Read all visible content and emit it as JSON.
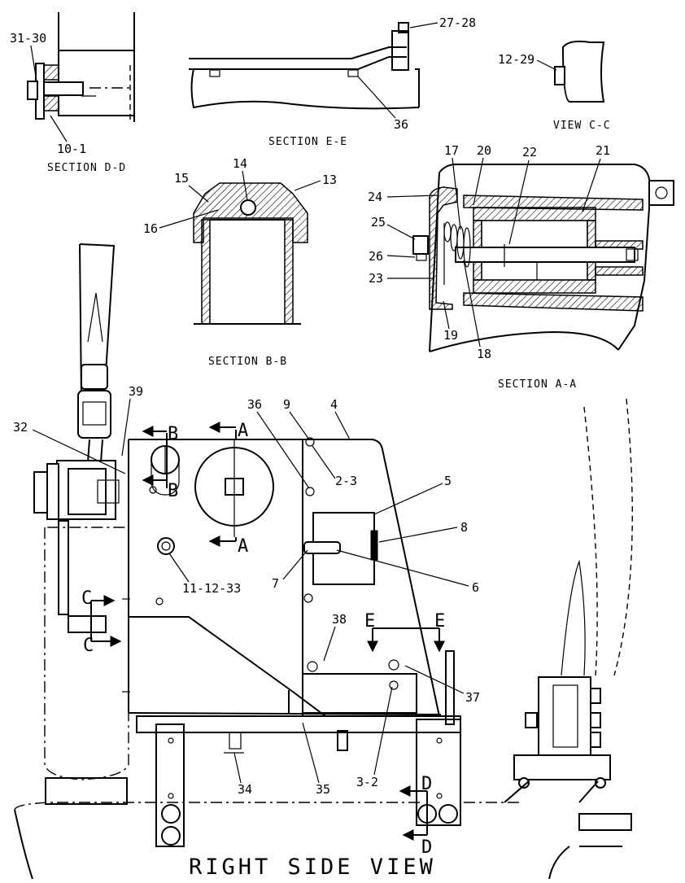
{
  "title": "RIGHT SIDE VIEW",
  "captions": {
    "section_dd": "SECTION D-D",
    "section_ee": "SECTION E-E",
    "view_cc": "VIEW C-C",
    "section_bb": "SECTION B-B",
    "section_aa": "SECTION A-A"
  },
  "section_markers": {
    "a": "A",
    "b": "B",
    "c": "C",
    "d": "D",
    "e": "E"
  },
  "callouts": {
    "c31_30": "31-30",
    "c10_1": "10-1",
    "c27_28": "27-28",
    "c36_top": "36",
    "c12_29": "12-29",
    "c14": "14",
    "c13": "13",
    "c15": "15",
    "c16": "16",
    "c17": "17",
    "c20": "20",
    "c22": "22",
    "c21": "21",
    "c24": "24",
    "c25": "25",
    "c26": "26",
    "c23": "23",
    "c19": "19",
    "c18": "18",
    "c39": "39",
    "c32": "32",
    "c36_main": "36",
    "c9": "9",
    "c4": "4",
    "c2_3": "2-3",
    "c5": "5",
    "c8": "8",
    "c7": "7",
    "c6": "6",
    "c11_12_33": "11-12-33",
    "c38": "38",
    "c37": "37",
    "c34": "34",
    "c35": "35",
    "c3_2": "3-2"
  }
}
